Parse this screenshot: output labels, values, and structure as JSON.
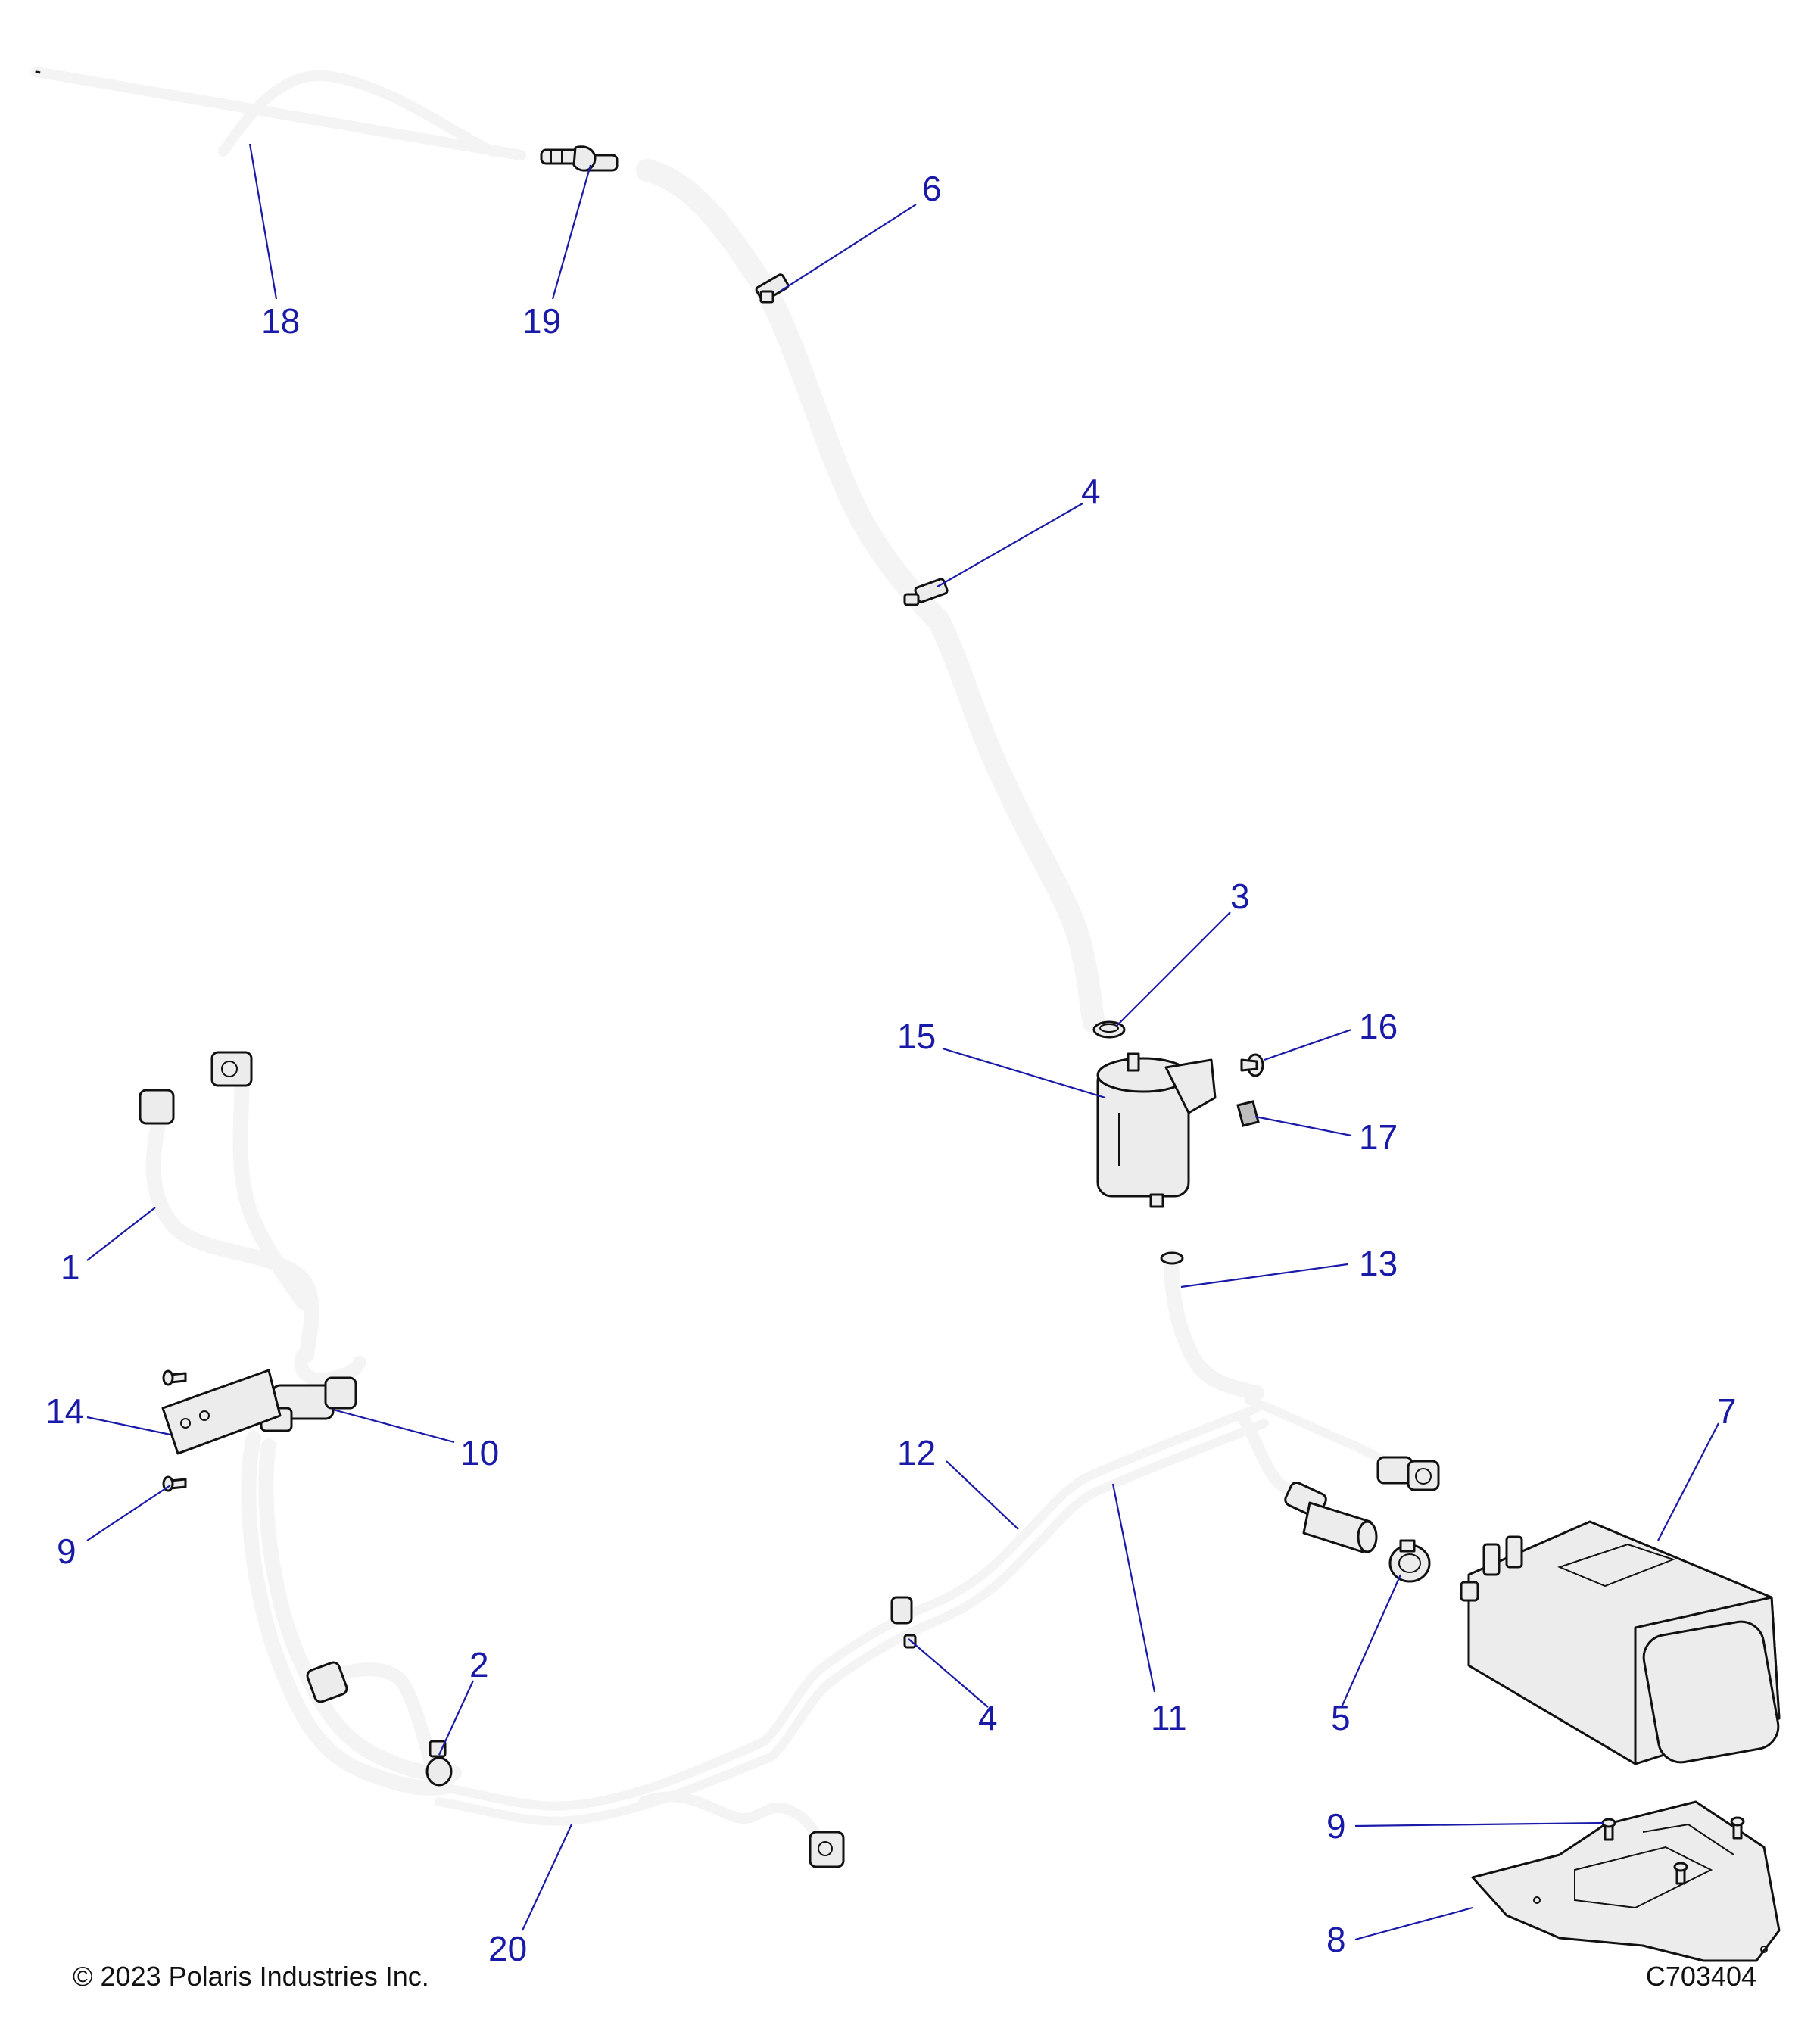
{
  "diagram": {
    "callouts": [
      {
        "id": "c1",
        "label": "1"
      },
      {
        "id": "c2",
        "label": "2"
      },
      {
        "id": "c3",
        "label": "3"
      },
      {
        "id": "c4a",
        "label": "4"
      },
      {
        "id": "c4b",
        "label": "4"
      },
      {
        "id": "c5",
        "label": "5"
      },
      {
        "id": "c6",
        "label": "6"
      },
      {
        "id": "c7",
        "label": "7"
      },
      {
        "id": "c8",
        "label": "8"
      },
      {
        "id": "c9a",
        "label": "9"
      },
      {
        "id": "c9b",
        "label": "9"
      },
      {
        "id": "c10",
        "label": "10"
      },
      {
        "id": "c11",
        "label": "11"
      },
      {
        "id": "c12",
        "label": "12"
      },
      {
        "id": "c13",
        "label": "13"
      },
      {
        "id": "c14",
        "label": "14"
      },
      {
        "id": "c15",
        "label": "15"
      },
      {
        "id": "c16",
        "label": "16"
      },
      {
        "id": "c17",
        "label": "17"
      },
      {
        "id": "c18",
        "label": "18"
      },
      {
        "id": "c19",
        "label": "19"
      },
      {
        "id": "c20",
        "label": "20"
      }
    ],
    "callout_color": "#1a1aa8",
    "line_color": "#111111"
  },
  "footer": {
    "copyright": "© 2023 Polaris Industries Inc.",
    "drawing_id": "C703404"
  }
}
